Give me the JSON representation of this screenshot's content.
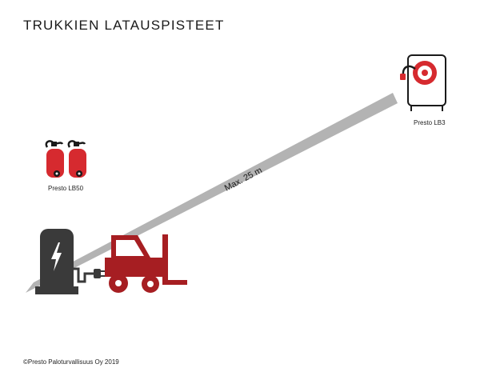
{
  "title": "TRUKKIEN LATAUSPISTEET",
  "labels": {
    "lb3": "Presto LB3",
    "lb50": "Presto LB50",
    "distance": "Max. 25 m"
  },
  "footer": {
    "copyright": "©Presto Paloturvallisuus Oy 2019"
  },
  "colors": {
    "brand_red": "#a61e22",
    "extinguisher_red": "#d62a2f",
    "charger_dark": "#3a3a3a",
    "path_gray": "#b3b3b3"
  },
  "icons": [
    "fire-hose-reel-icon",
    "fire-extinguisher-icon",
    "charging-station-icon",
    "forklift-icon",
    "plug-icon",
    "lightning-bolt-icon"
  ]
}
